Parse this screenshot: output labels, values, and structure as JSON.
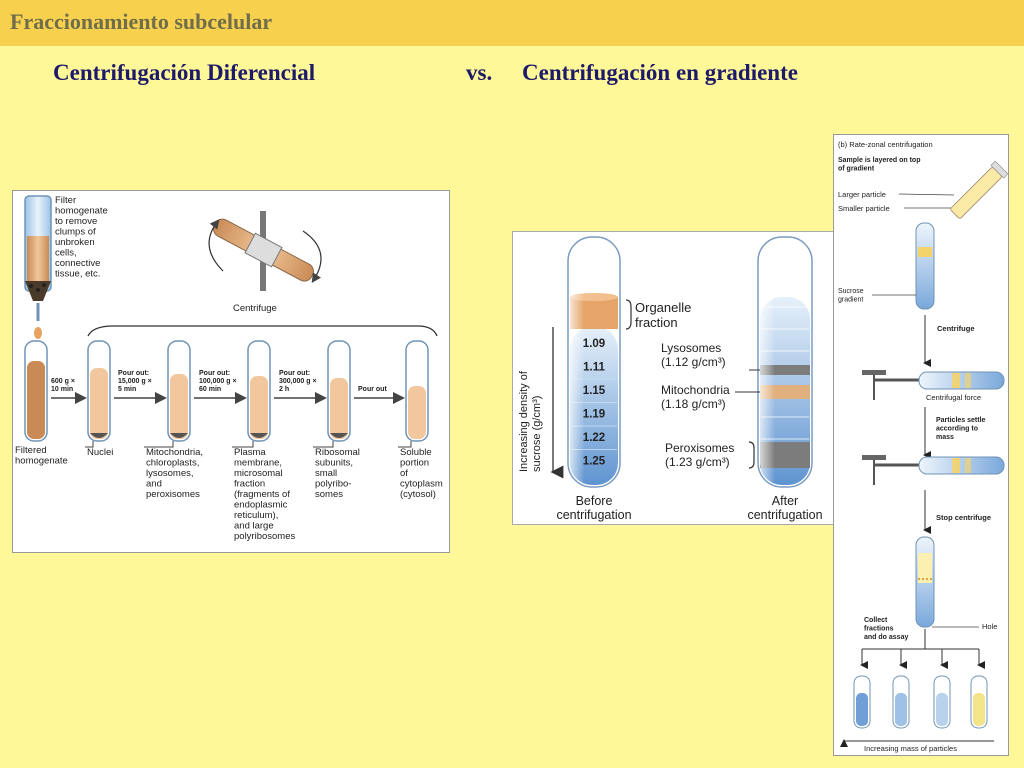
{
  "header": {
    "title": "Fraccionamiento subcelular"
  },
  "subtitles": {
    "left": "Centrifugación Diferencial",
    "vs": "vs.",
    "right": "Centrifugación en gradiente"
  },
  "differential": {
    "filter_label": [
      "Filter",
      "homogenate",
      "to remove",
      "clumps of",
      "unbroken",
      "cells,",
      "connective",
      "tissue, etc."
    ],
    "centrifuge_label": "Centrifuge",
    "filtered_label": [
      "Filtered",
      "homogenate"
    ],
    "steps": [
      [
        "600 g ×",
        "10 min"
      ],
      [
        "Pour out:",
        "15,000 g ×",
        "5 min"
      ],
      [
        "Pour out:",
        "100,000 g ×",
        "60 min"
      ],
      [
        "Pour out:",
        "300,000 g ×",
        "2 h"
      ],
      [
        "Pour out"
      ]
    ],
    "pellets": [
      [
        "Nuclei"
      ],
      [
        "Mitochondria,",
        "chloroplasts,",
        "lysosomes,",
        "and",
        "peroxisomes"
      ],
      [
        "Plasma",
        "membrane,",
        "microsomal",
        "fraction",
        "(fragments of",
        "endoplasmic",
        "reticulum),",
        "and large",
        "polyribosomes"
      ],
      [
        "Ribosomal",
        "subunits,",
        "small",
        "polyribo-",
        "somes"
      ],
      [
        "Soluble",
        "portion",
        "of",
        "cytoplasm",
        "(cytosol)"
      ]
    ]
  },
  "density": {
    "axis_label": [
      "Increasing density of",
      "sucrose (g/cm³)"
    ],
    "organelle_label": [
      "Organelle",
      "fraction"
    ],
    "values": [
      "1.09",
      "1.11",
      "1.15",
      "1.19",
      "1.22",
      "1.25"
    ],
    "bands": [
      [
        "Lysosomes",
        "(1.12 g/cm³)"
      ],
      [
        "Mitochondria",
        "(1.18 g/cm³)"
      ],
      [
        "Peroxisomes",
        "(1.23 g/cm³)"
      ]
    ],
    "before_label": [
      "Before",
      "centrifugation"
    ],
    "after_label": [
      "After",
      "centrifugation"
    ]
  },
  "ratezonal": {
    "title": "(b) Rate-zonal centrifugation",
    "layer_label": [
      "Sample is layered on top",
      "of gradient"
    ],
    "larger": "Larger particle",
    "smaller": "Smaller particle",
    "sucrose": [
      "Sucrose",
      "gradient"
    ],
    "centrifuge": "Centrifuge",
    "force": "Centrifugal force",
    "settle": [
      "Particles settle",
      "according to",
      "mass"
    ],
    "stop": "Stop centrifuge",
    "collect": [
      "Collect",
      "fractions",
      "and do assay"
    ],
    "hole": "Hole",
    "mass": "Increasing mass of particles"
  }
}
